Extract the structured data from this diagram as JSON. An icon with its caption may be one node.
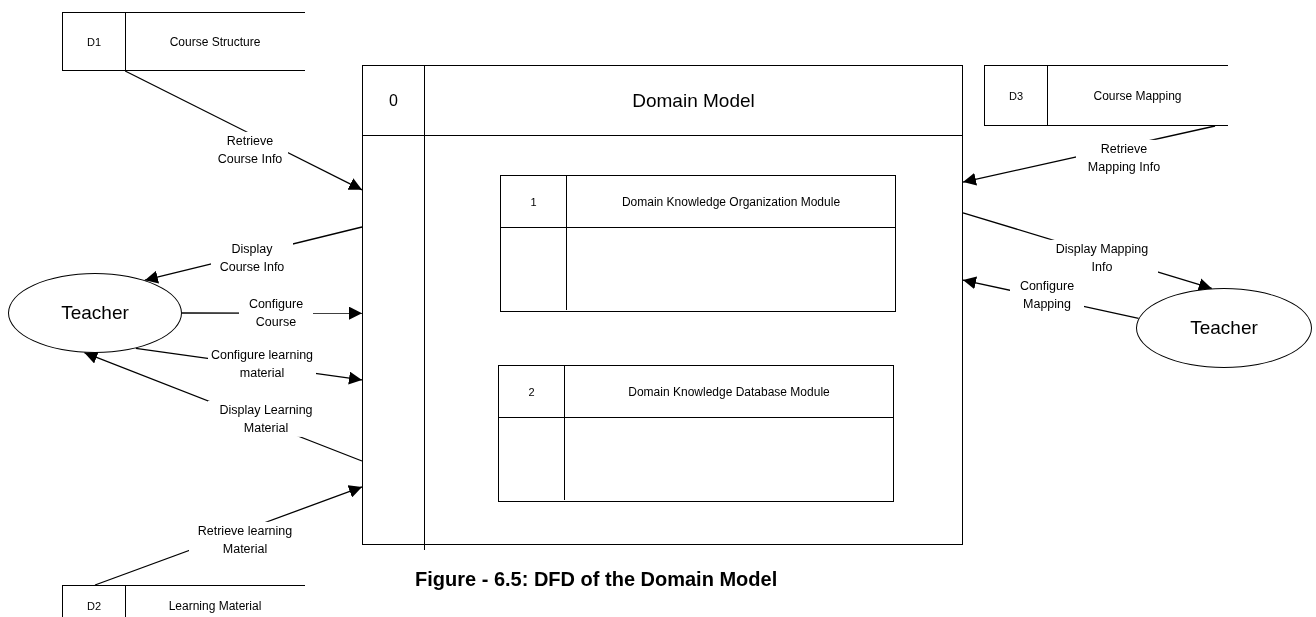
{
  "diagram": {
    "caption": "Figure - 6.5: DFD of the Domain Model",
    "nodes": [
      {
        "text": [
          "D1",
          "Course Structure"
        ]
      },
      {
        "text": [
          "Teacher"
        ]
      },
      {
        "text": [
          "D2",
          "Learning Material"
        ]
      },
      {
        "text": [
          "0",
          "Domain Model"
        ]
      },
      {
        "text": [
          "1",
          "Domain Knowledge Organization Module"
        ],
        "in": 3
      },
      {
        "text": [
          "2",
          "Domain Knowledge Database Module"
        ],
        "in": 3
      },
      {
        "text": [
          "D3",
          "Course Mapping"
        ]
      },
      {
        "text": [
          "Teacher"
        ]
      }
    ],
    "edges": [
      {
        "from": 0,
        "to": 3,
        "arrow": "to",
        "label": "Retrieve Course Info"
      },
      {
        "from": 3,
        "to": 1,
        "arrow": "to",
        "label": "Display Course Info"
      },
      {
        "from": 1,
        "to": 3,
        "arrow": "to",
        "label": "Configure Course"
      },
      {
        "from": 1,
        "to": 3,
        "arrow": "to",
        "label": "Configure learning material"
      },
      {
        "from": 3,
        "to": 1,
        "arrow": "to",
        "label": "Display Learning Material"
      },
      {
        "from": 2,
        "to": 3,
        "arrow": "to",
        "label": "Retrieve learning Material"
      },
      {
        "from": 6,
        "to": 3,
        "arrow": "to",
        "label": "Retrieve Mapping Info"
      },
      {
        "from": 3,
        "to": 7,
        "arrow": "to",
        "label": "Display Mapping Info"
      },
      {
        "from": 7,
        "to": 3,
        "arrow": "to",
        "label": "Configure Mapping"
      }
    ]
  }
}
